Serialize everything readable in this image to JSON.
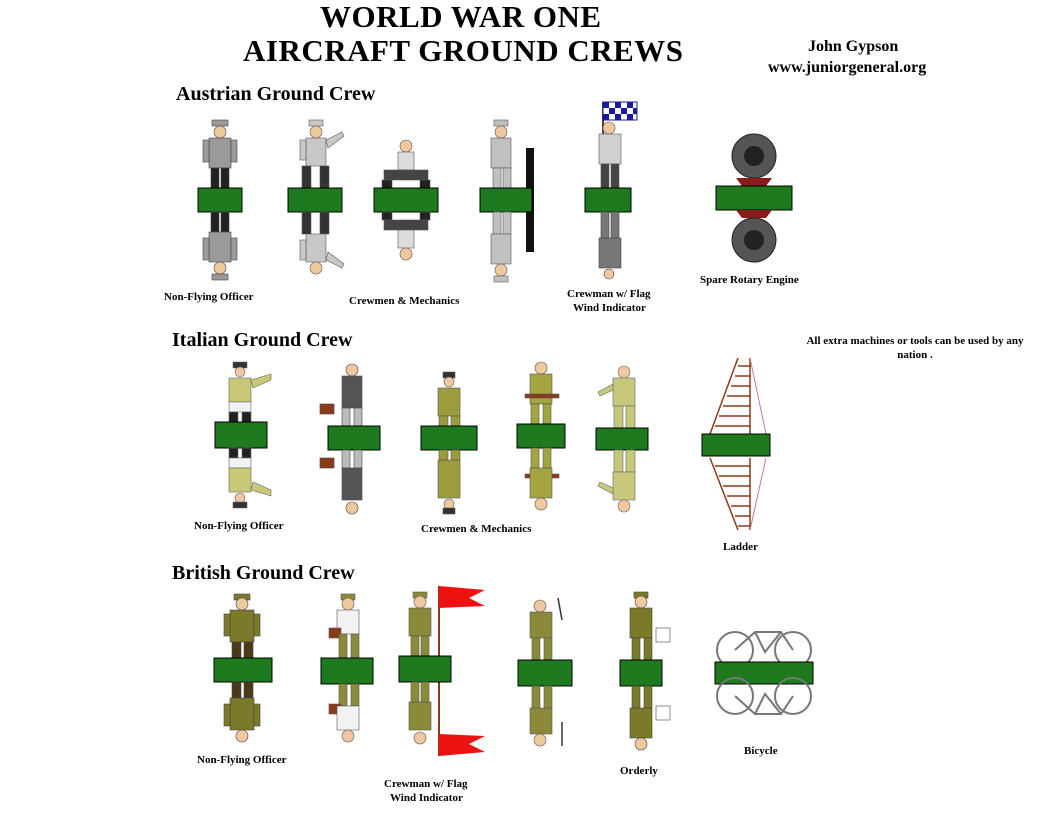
{
  "header": {
    "title_line1": "WORLD WAR ONE",
    "title_line2": "AIRCRAFT GROUND CREWS",
    "author": "John Gypson",
    "website": "www.juniorgeneral.org"
  },
  "austrian": {
    "title": "Austrian Ground Crew",
    "labels": {
      "officer": "Non-Flying Officer",
      "crewmen": "Crewmen & Mechanics",
      "flag_line1": "Crewman w/ Flag",
      "flag_line2": "Wind Indicator",
      "engine": "Spare Rotary Engine"
    }
  },
  "italian": {
    "title": "Italian Ground Crew",
    "note": "All extra machines or tools can be used by any nation .",
    "labels": {
      "officer": "Non-Flying Officer",
      "crewmen": "Crewmen & Mechanics",
      "ladder": "Ladder"
    }
  },
  "british": {
    "title": "British Ground Crew",
    "labels": {
      "officer": "Non-Flying Officer",
      "flag_line1": "Crewman w/ Flag",
      "flag_line2": "Wind Indicator",
      "orderly": "Orderly",
      "bicycle": "Bicycle"
    }
  },
  "colors": {
    "base_green": "#1f7a1f",
    "austrian_grey": "#9a9a9a",
    "italian_olive": "#b8b860",
    "british_khaki": "#7a7a2a",
    "flag_red": "#ee1111",
    "flag_blue": "#1a1aa0"
  }
}
